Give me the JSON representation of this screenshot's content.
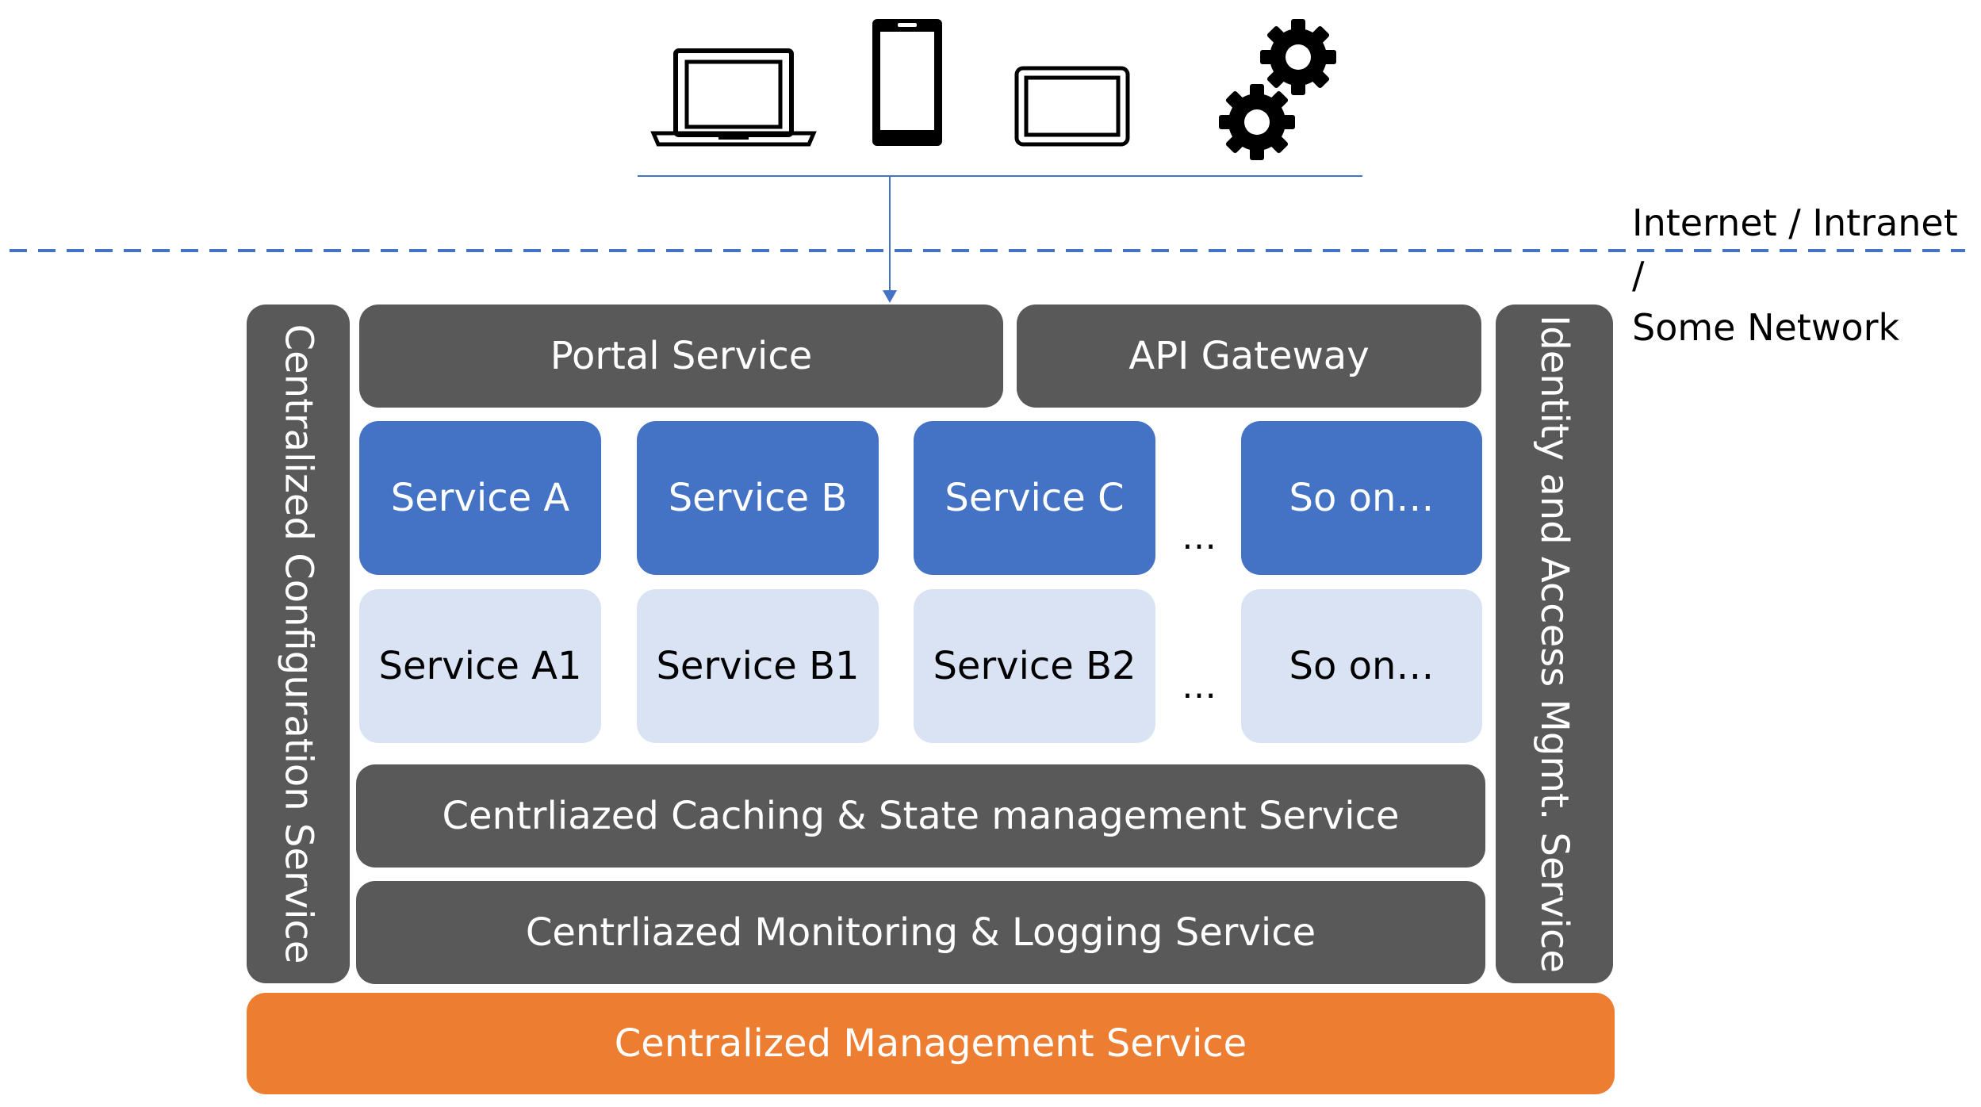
{
  "network_label": {
    "line1": "Internet / Intranet /",
    "line2": "Some Network"
  },
  "clients": [
    {
      "icon": "laptop-icon"
    },
    {
      "icon": "mobile-phone-icon"
    },
    {
      "icon": "tablet-icon"
    },
    {
      "icon": "gears-icon"
    }
  ],
  "top_row": {
    "portal": "Portal Service",
    "gateway": "API Gateway"
  },
  "services_row1": [
    "Service A",
    "Service B",
    "Service C",
    "So on…"
  ],
  "services_row2": [
    "Service A1",
    "Service B1",
    "Service B2",
    "So on…"
  ],
  "ellipsis": "…",
  "caching": "Centrliazed Caching & State management Service",
  "monitoring": "Centrliazed Monitoring & Logging Service",
  "config": "Centralized Configuration Service",
  "identity": "Identity and Access Mgmt. Service",
  "management": "Centralized Management Service",
  "colors": {
    "dark": "#595959",
    "blue": "#4472c4",
    "light_blue": "#dae3f3",
    "orange": "#ed7d31",
    "connector": "#4472c4"
  }
}
